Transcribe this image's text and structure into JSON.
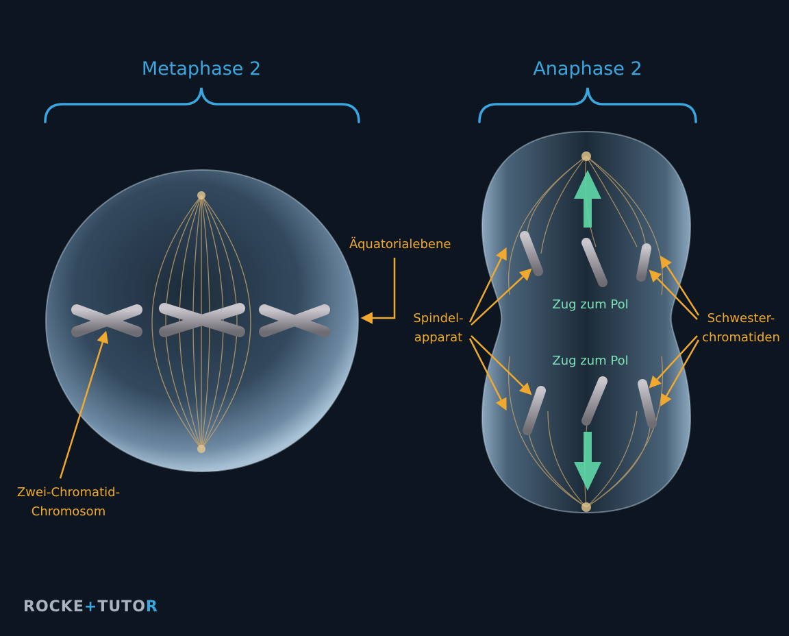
{
  "metaphase": {
    "title": "Metaphase 2",
    "equator_label": "Äquatorialebene",
    "chromosome_label_line1": "Zwei-Chromatid-",
    "chromosome_label_line2": "Chromosom"
  },
  "anaphase": {
    "title": "Anaphase 2",
    "spindle_label_line1": "Spindel-",
    "spindle_label_line2": "apparat",
    "sister_label_line1": "Schwester-",
    "sister_label_line2": "chromatiden",
    "pull_top": "Zug zum Pol",
    "pull_bottom": "Zug zum Pol"
  },
  "logo": {
    "part1": "ROCKE",
    "part2": "TUTO",
    "part3": "R"
  },
  "colors": {
    "background": "#0d1620",
    "heading": "#3aa6e0",
    "label": "#f0a92e",
    "pull_arrow": "#5fd9a8",
    "cell": "#5b7a92"
  }
}
